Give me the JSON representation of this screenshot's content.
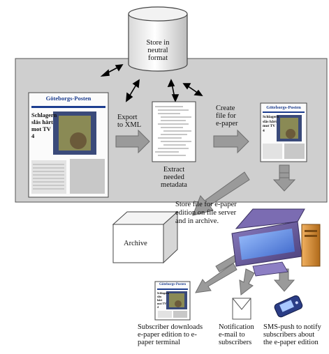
{
  "diagram": {
    "colors": {
      "panel": "#cfcfcf",
      "panel_border": "#555555",
      "arrow_fill": "#9a9a9a",
      "arrow_stroke": "#6e6e6e",
      "newspaper_blue": "#1c3d8f",
      "monitor_purple": "#6a5a9e",
      "tower_orange": "#d48a2c"
    },
    "nodes": {
      "store": {
        "label": "Store in\nneutral\nformat",
        "shape": "cylinder"
      },
      "source_newspaper": {
        "masthead": "Göteborgs-Posten",
        "headline": "Schlagern\nsläs hårt\nmot TV 4"
      },
      "export": {
        "label": "Export\nto XML"
      },
      "xml_doc": {
        "label": "Extract\nneeded\nmetadata"
      },
      "create": {
        "label": "Create\nfile for\ne-paper"
      },
      "epaper": {
        "masthead": "Göteborgs-Posten",
        "headline": "Schlagern\nsläs hårt\nmot TV 4"
      },
      "store_file": {
        "label": "Store file for e-paper\nedition on file server\nand in archive."
      },
      "archive": {
        "label": "Archive",
        "shape": "box"
      },
      "server": {
        "icon": "computer-icon"
      },
      "download": {
        "label": "Subscriber downloads\ne-paper edition to e-\npaper terminal"
      },
      "notification": {
        "label": "Notification\ne-mail to\nsubscribers",
        "icon": "envelope-icon"
      },
      "sms": {
        "label": "SMS-push to notify\nsubscribers about\nthe e-paper edition",
        "icon": "mobile-phone-icon"
      }
    }
  }
}
